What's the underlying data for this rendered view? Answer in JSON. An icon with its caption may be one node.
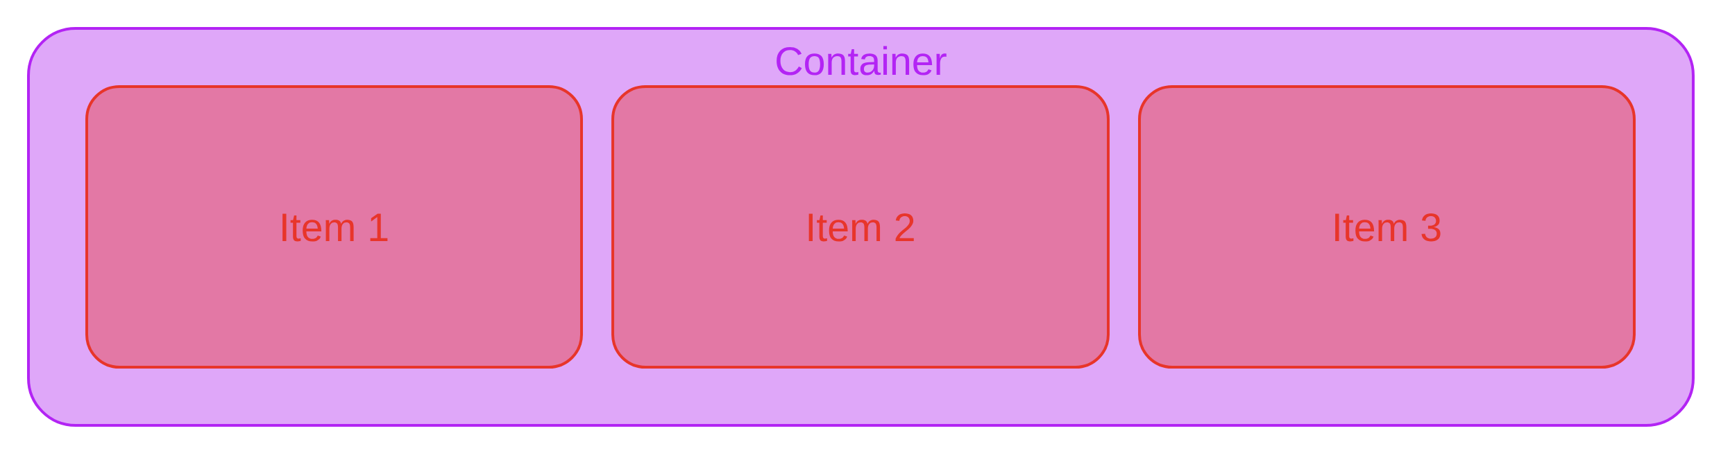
{
  "diagram": {
    "nodes": [
      {
        "text": [
          "Container"
        ]
      },
      {
        "text": [
          "Item 1"
        ],
        "in": 0
      },
      {
        "text": [
          "Item 2"
        ],
        "in": 0
      },
      {
        "text": [
          "Item 3"
        ],
        "in": 0
      }
    ]
  }
}
